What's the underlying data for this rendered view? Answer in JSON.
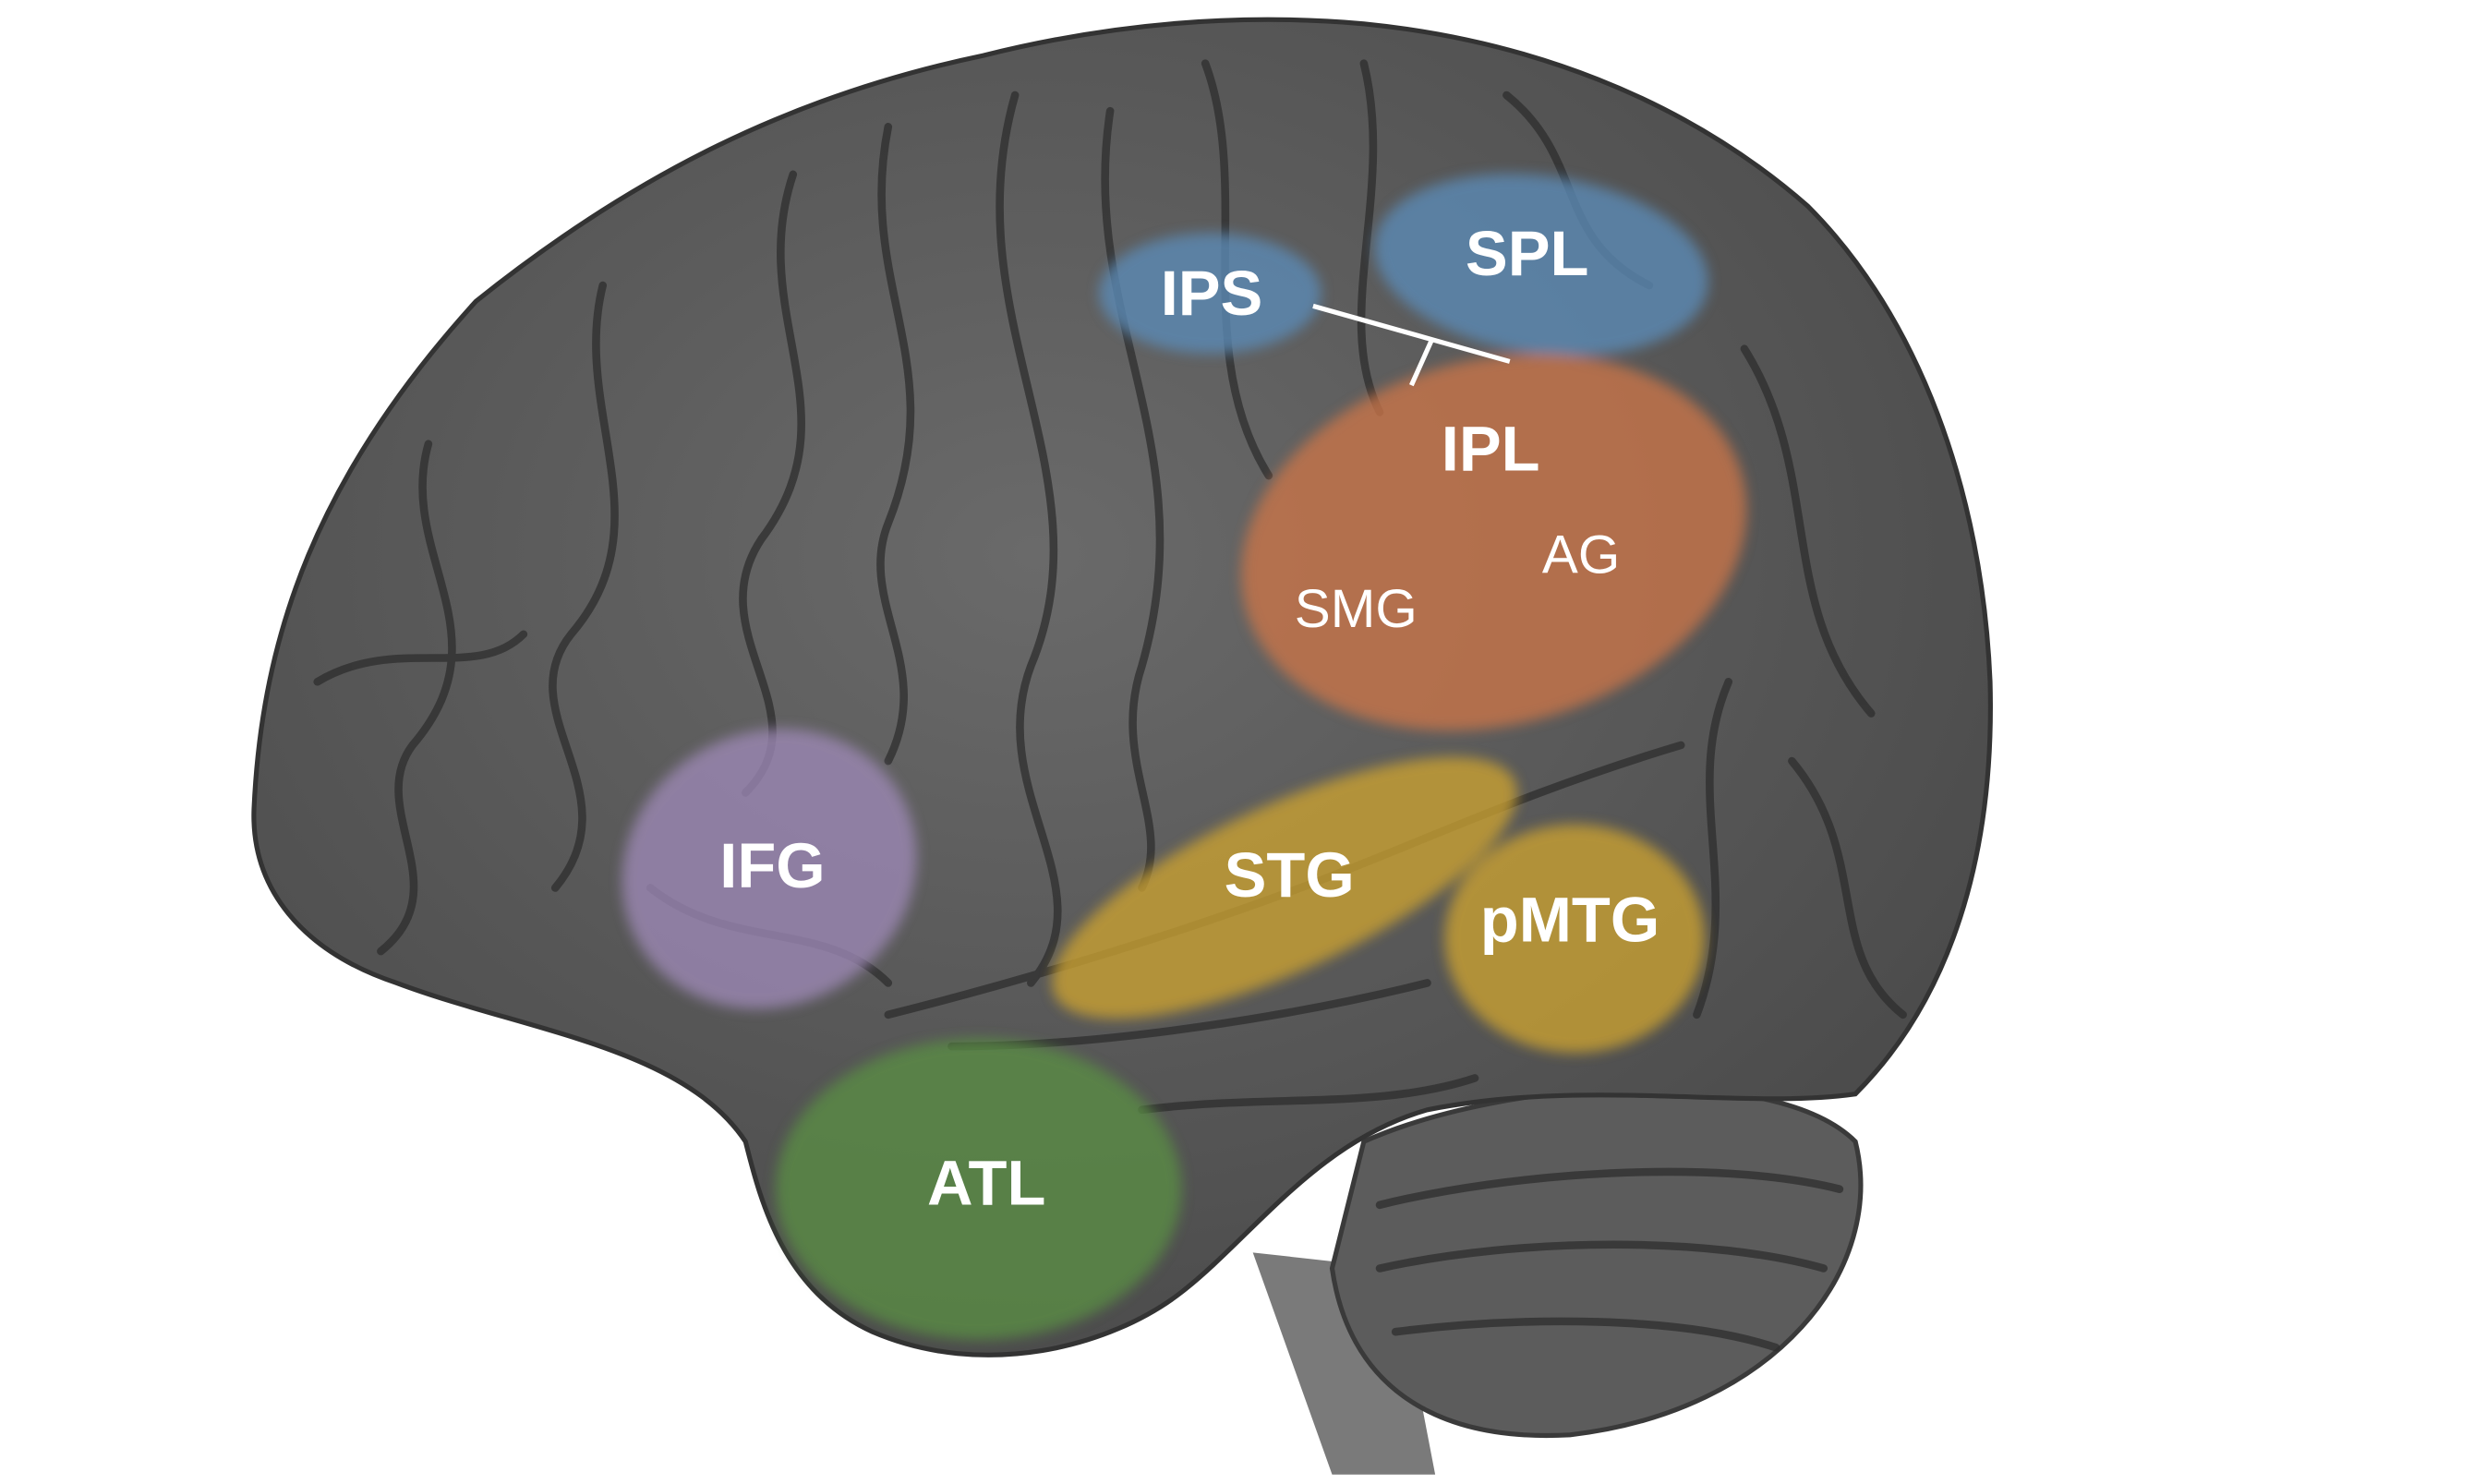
{
  "title": "Lateral brain regions",
  "colors": {
    "brain": "#5a5a5a",
    "parietal_blue": "#5b8ab5",
    "ipl_orange": "#c8744a",
    "ifg_purple": "#9c88b4",
    "temporal_yellow": "#c9a030",
    "atl_green": "#5a8c45"
  },
  "regions": {
    "ips": "IPS",
    "spl": "SPL",
    "ipl": "IPL",
    "ag": "AG",
    "smg": "SMG",
    "ifg": "IFG",
    "stg": "STG",
    "pmtg": "pMTG",
    "atl": "ATL"
  }
}
